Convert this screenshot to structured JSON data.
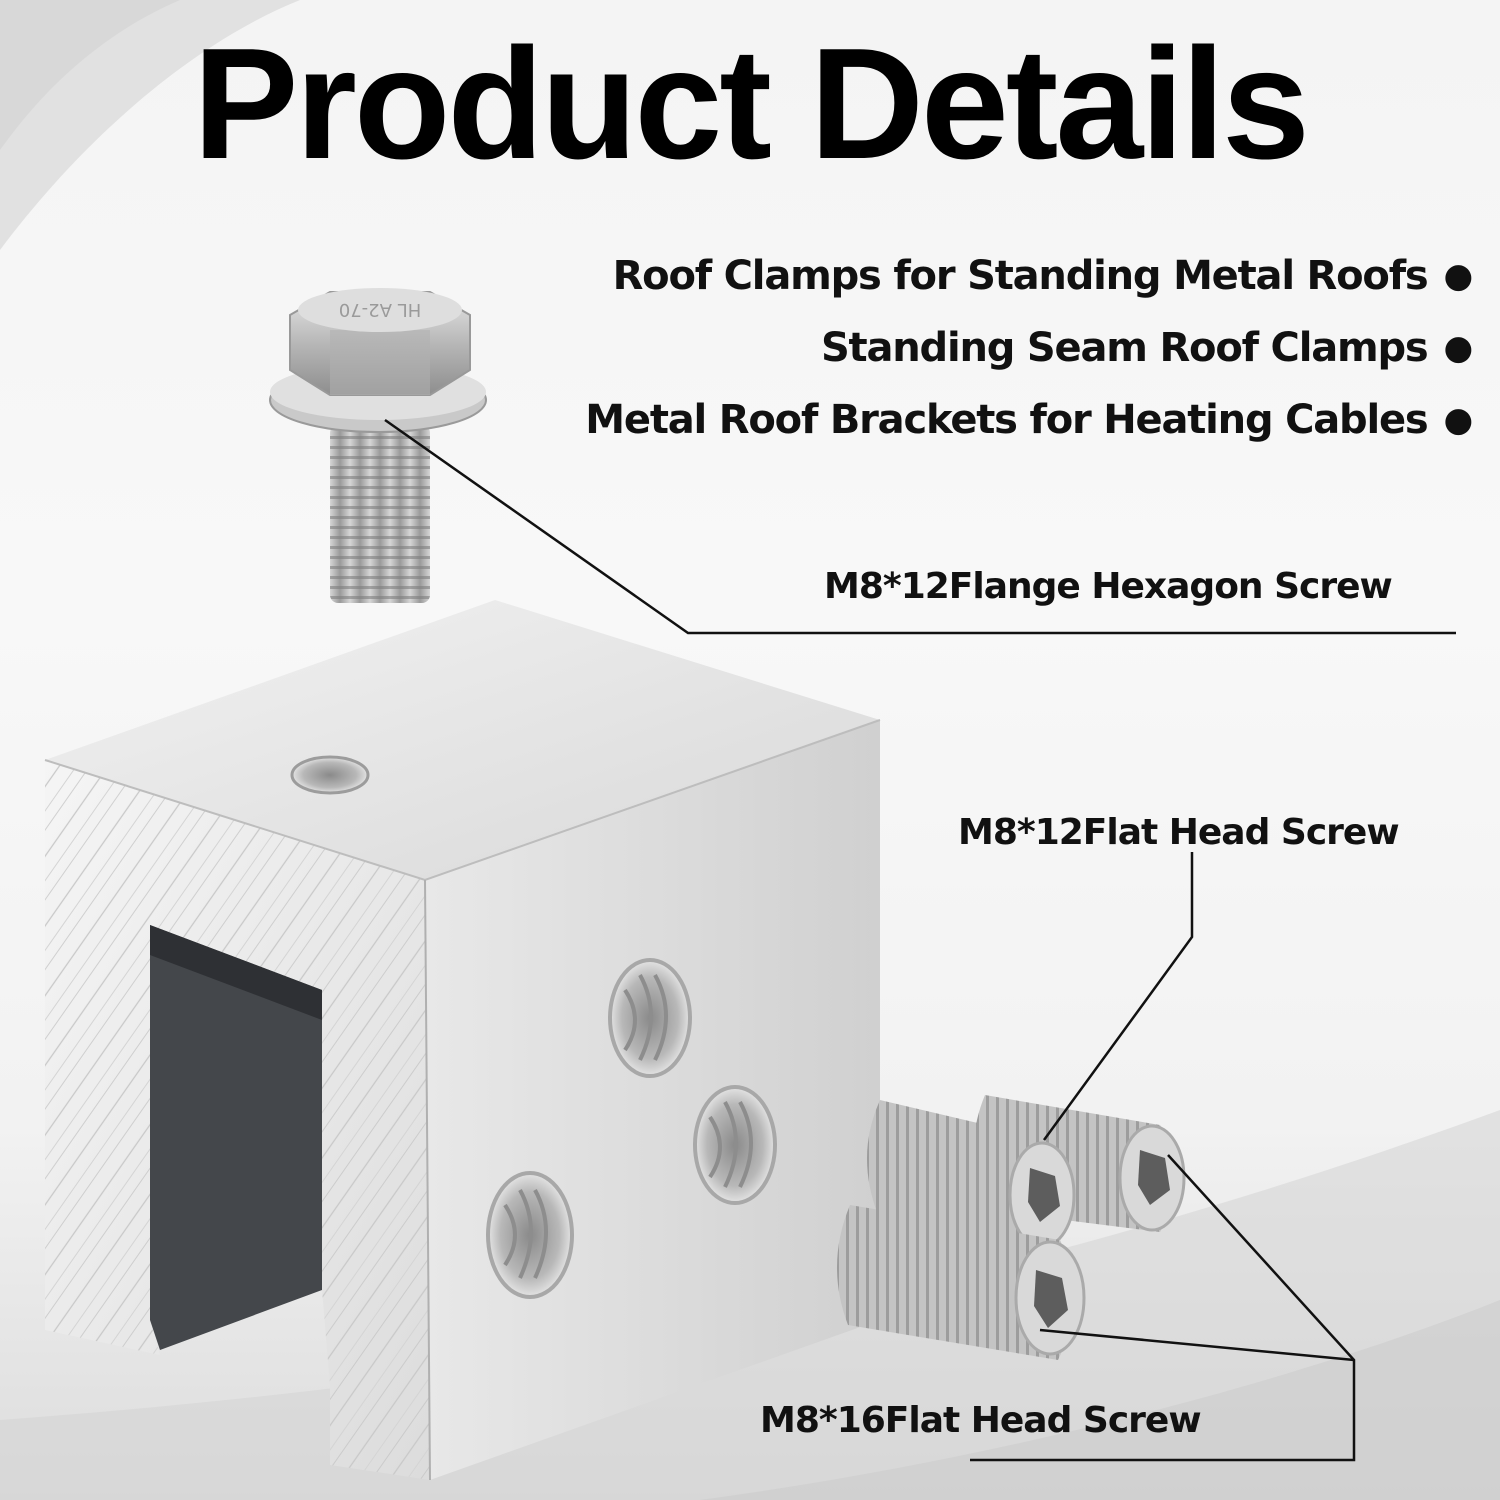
{
  "title": "Product Details",
  "features": [
    {
      "text": "Roof Clamps for Standing Metal Roofs",
      "bullet": "●"
    },
    {
      "text": "Standing Seam Roof Clamps",
      "bullet": "●"
    },
    {
      "text": "Metal Roof Brackets for Heating Cables",
      "bullet": "●"
    }
  ],
  "callouts": {
    "flange_screw": "M8*12Flange Hexagon Screw",
    "flat_screw_12": "M8*12Flat Head Screw",
    "flat_screw_16": "M8*16Flat Head Screw"
  },
  "colors": {
    "text": "#000000",
    "leader_line": "#111111",
    "aluminum_light": "#ececec",
    "aluminum_mid": "#d2d2d2",
    "steel": "#b8b8b8",
    "slot_dark": "#3e4146"
  }
}
